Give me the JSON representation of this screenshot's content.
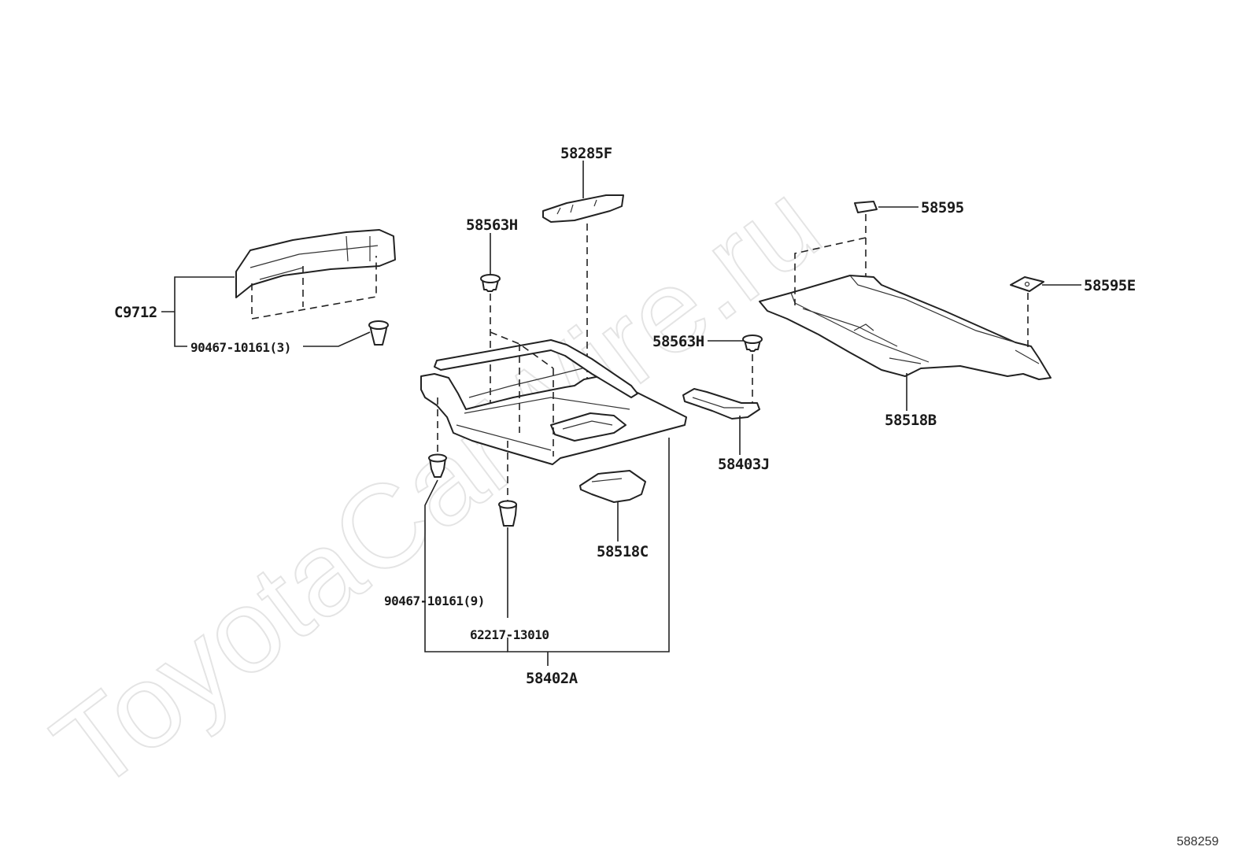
{
  "watermark": "ToyotaCarWire.ru",
  "diagram_ref": "588259",
  "labels": {
    "p58285F": "58285F",
    "p58563H_top": "58563H",
    "p58563H_mid": "58563H",
    "p58595": "58595",
    "p58595E": "58595E",
    "pC9712": "C9712",
    "p90467_3": "90467-10161(3)",
    "p58518B": "58518B",
    "p58403J": "58403J",
    "p58518C": "58518C",
    "p90467_9": "90467-10161(9)",
    "p62217": "62217-13010",
    "p58402A": "58402A"
  }
}
